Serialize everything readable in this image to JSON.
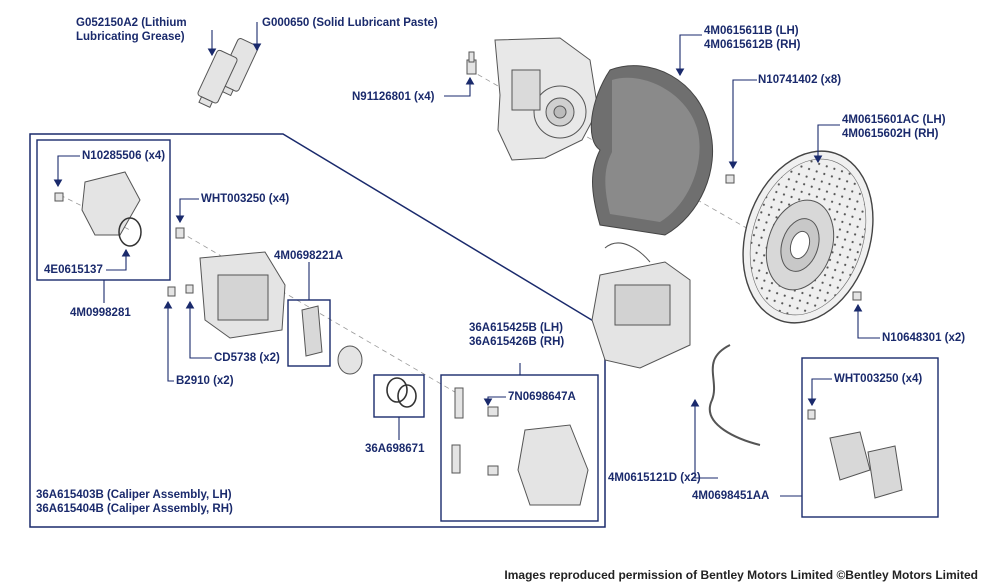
{
  "labels": {
    "grease": "G052150A2 (Lithium\nLubricating Grease)",
    "paste": "G000650 (Solid Lubricant Paste)",
    "hub_bolt": "N91126801 (x4)",
    "shield_lh": "4M0615611B (LH)",
    "shield_rh": "4M0615612B (RH)",
    "shield_bolt": "N10741402 (x8)",
    "disc_lh": "4M0615601AC (LH)",
    "disc_rh": "4M0615602H (RH)",
    "disc_screw": "N10648301 (x2)",
    "sensor_wire": "4M0615121D (x2)",
    "pad_set": "4M0698451AA",
    "pad_bolt": "WHT003250 (x4)",
    "motor_screw": "N10285506 (x4)",
    "motor_seal": "4E0615137",
    "motor_unit": "4M0998281",
    "caliper_bolt": "WHT003250 (x4)",
    "pad_kit": "4M0698221A",
    "bleed_cap": "CD5738 (x2)",
    "bleed_screw": "B2910 (x2)",
    "seal_kit": "36A698671",
    "carrier_lh": "36A615425B (LH)",
    "carrier_rh": "36A615426B (RH)",
    "carrier_bolt": "7N0698647A",
    "caliper_lh": "36A615403B (Caliper Assembly, LH)",
    "caliper_rh": "36A615404B (Caliper Assembly, RH)"
  },
  "footer": "Images reproduced permission of Bentley Motors Limited ©Bentley Motors Limited",
  "colors": {
    "label": "#1a2a6c",
    "frame": "#1a2a6c",
    "part_stroke": "#555555",
    "part_fill": "#e4e4e4",
    "shield_fill": "#6f6f6f"
  }
}
